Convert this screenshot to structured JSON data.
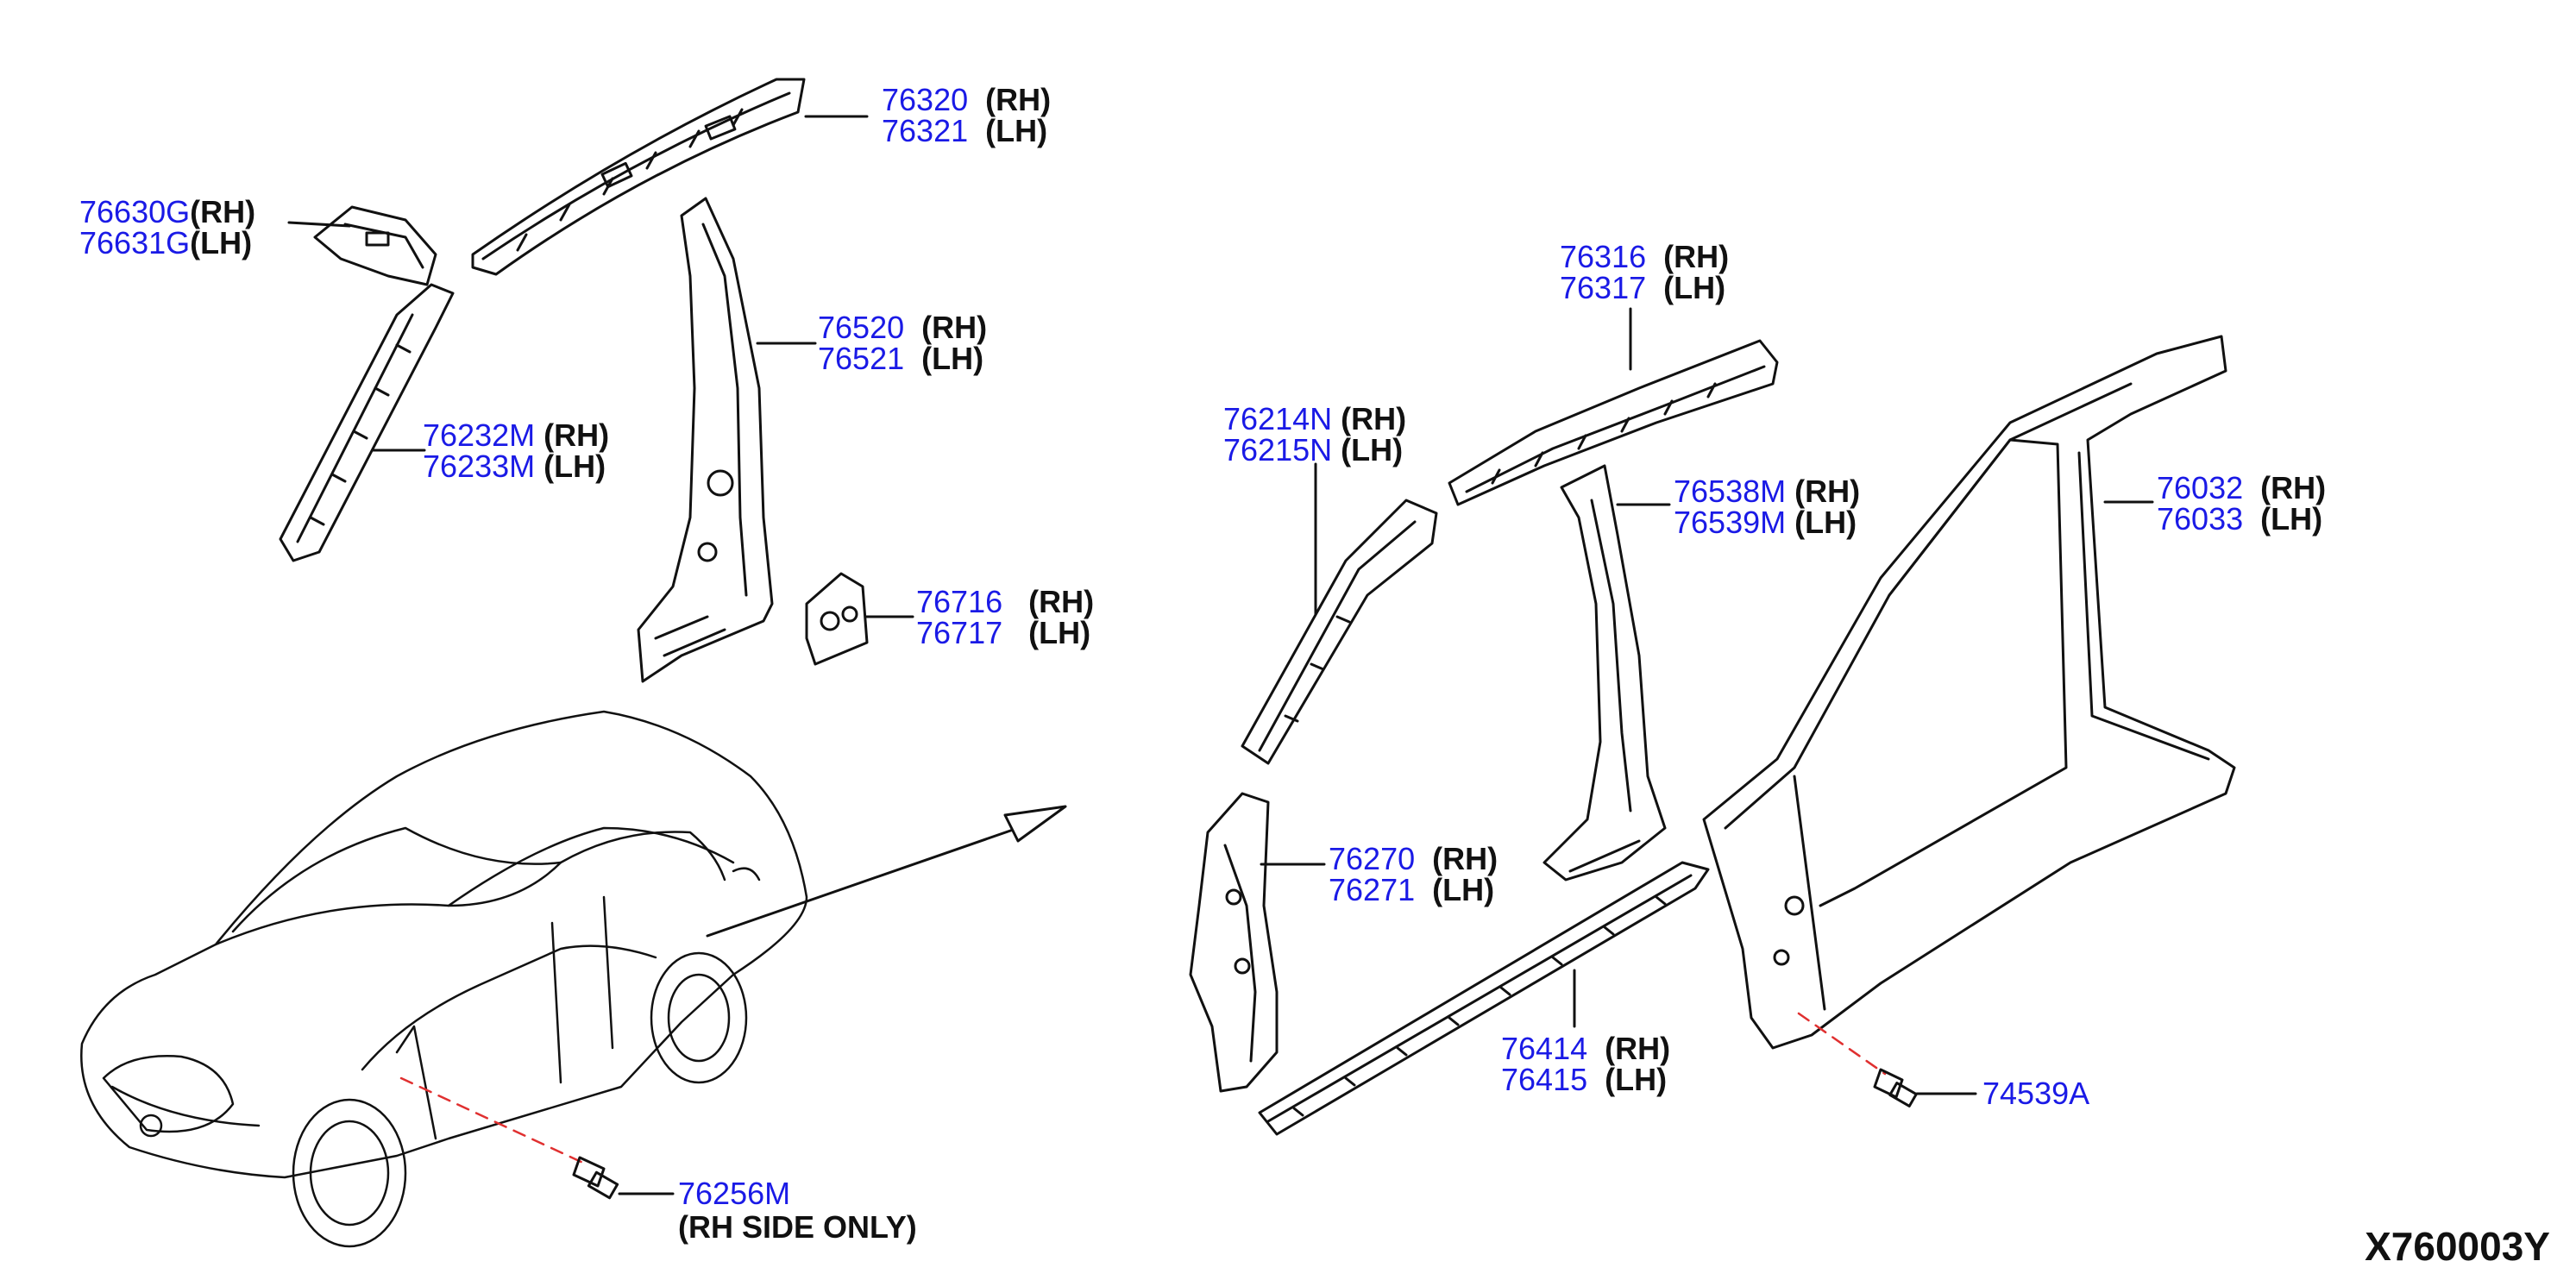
{
  "diagram_code": "X760003Y",
  "colors": {
    "part_number": "#1a1ae6",
    "side": "#111111",
    "leader": "#111111",
    "bolt_line": "#e03030"
  },
  "labels": {
    "p76320": {
      "a": "76320",
      "b": "76321",
      "sa": "(RH)",
      "sb": "(LH)"
    },
    "p76630": {
      "a": "76630G",
      "b": "76631G",
      "sa": "(RH)",
      "sb": "(LH)"
    },
    "p76520": {
      "a": "76520",
      "b": "76521",
      "sa": "(RH)",
      "sb": "(LH)"
    },
    "p76232": {
      "a": "76232M",
      "b": "76233M",
      "sa": "(RH)",
      "sb": "(LH)"
    },
    "p76716": {
      "a": "76716",
      "b": "76717",
      "sa": "(RH)",
      "sb": "(LH)"
    },
    "p76316": {
      "a": "76316",
      "b": "76317",
      "sa": "(RH)",
      "sb": "(LH)"
    },
    "p76214": {
      "a": "76214N",
      "b": "76215N",
      "sa": "(RH)",
      "sb": "(LH)"
    },
    "p76538": {
      "a": "76538M",
      "b": "76539M",
      "sa": "(RH)",
      "sb": "(LH)"
    },
    "p76032": {
      "a": "76032",
      "b": "76033",
      "sa": "(RH)",
      "sb": "(LH)"
    },
    "p76270": {
      "a": "76270",
      "b": "76271",
      "sa": "(RH)",
      "sb": "(LH)"
    },
    "p76414": {
      "a": "76414",
      "b": "76415",
      "sa": "(RH)",
      "sb": "(LH)"
    },
    "p74539": {
      "a": "74539A"
    },
    "p76256": {
      "a": "76256M",
      "note": "(RH SIDE ONLY)"
    }
  }
}
